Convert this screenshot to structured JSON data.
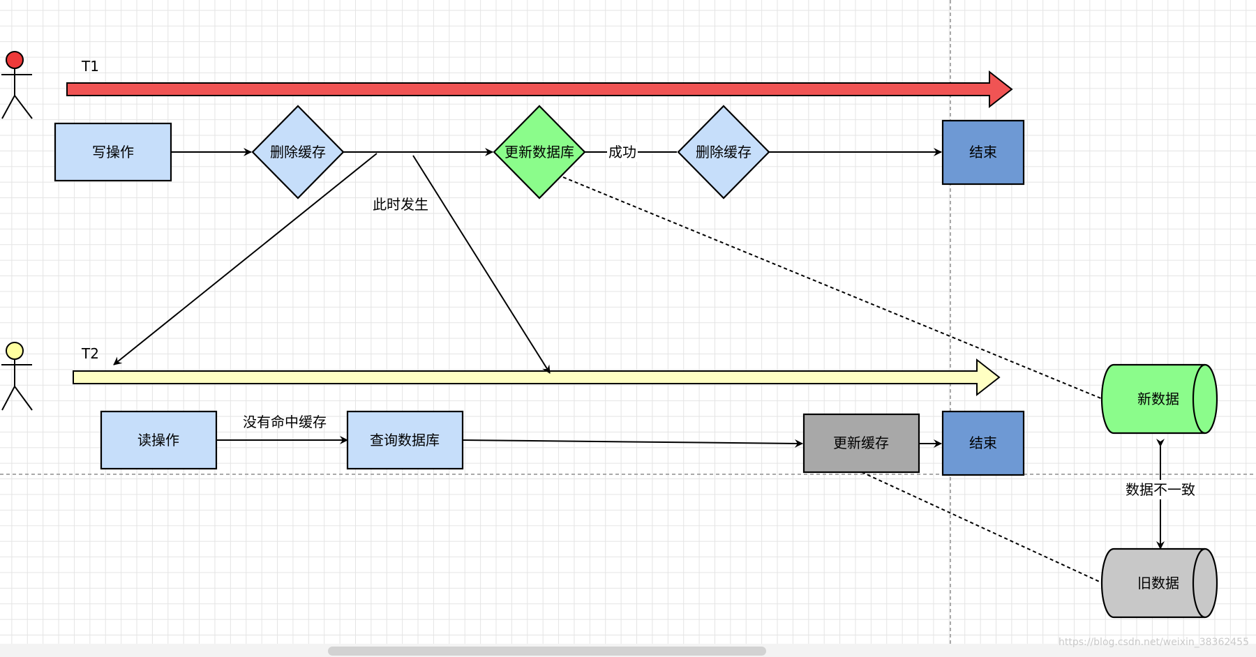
{
  "actors": {
    "t1_label": "T1",
    "t2_label": "T2",
    "t1_color": "#ee3a3a",
    "t2_color": "#ffffa0"
  },
  "write_flow": {
    "write_op": "写操作",
    "delete_cache_1": "删除缓存",
    "update_db": "更新数据库",
    "success": "成功",
    "delete_cache_2": "删除缓存",
    "end": "结束"
  },
  "concurrency_note": "此时发生",
  "read_flow": {
    "read_op": "读操作",
    "cache_miss": "没有命中缓存",
    "query_db": "查询数据库",
    "update_cache": "更新缓存",
    "end": "结束"
  },
  "data_stores": {
    "new_data": "新数据",
    "old_data": "旧数据",
    "inconsistent": "数据不一致"
  },
  "watermark": "https://blog.csdn.net/weixin_38362455",
  "colors": {
    "light_blue": "#c6defa",
    "green": "#8bfc8b",
    "dark_blue": "#6e99d4",
    "gray": "#a8a8a8",
    "arrow_red": "#f05454",
    "arrow_yellow": "#ffffc3",
    "cyl_gray": "#c8c8c8"
  }
}
